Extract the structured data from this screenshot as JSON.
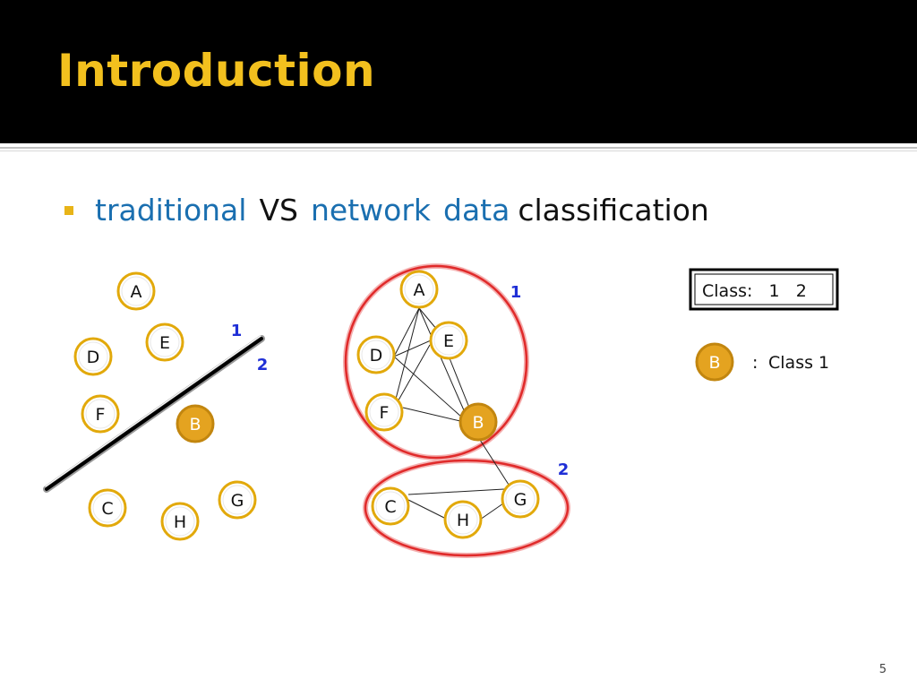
{
  "title": "Introduction",
  "bullet": {
    "word1": "traditional",
    "word2": "VS",
    "word3": "network",
    "word4": "data",
    "word5": "classification"
  },
  "left_diagram": {
    "nodes": [
      "A",
      "E",
      "D",
      "F",
      "B",
      "C",
      "G",
      "H"
    ],
    "side_labels": [
      "1",
      "2"
    ]
  },
  "right_diagram": {
    "nodes": [
      "A",
      "E",
      "D",
      "F",
      "B",
      "C",
      "H",
      "G"
    ],
    "group_labels": [
      "1",
      "2"
    ]
  },
  "legend": {
    "class_box": "Class:   1   2",
    "sample_node": "B",
    "colon": ":",
    "sample_text": "Class 1"
  },
  "page_number": "5",
  "colors": {
    "node_ring": "#e2a90b",
    "node_fill_highlight": "#e4a320",
    "group_ring": "#e02a2a",
    "label_blue": "#1f2fd6",
    "title": "#f2c01e",
    "keyword_blue": "#1a6fb0"
  }
}
